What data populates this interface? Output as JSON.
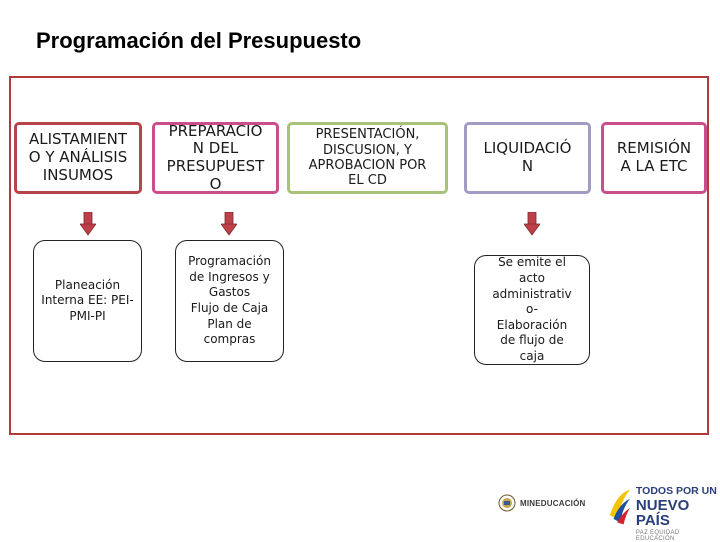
{
  "title": "Programación del Presupuesto",
  "phases": [
    {
      "label": "ALISTAMIENT\nO Y ANÁLISIS\nINSUMOS",
      "border_color": "#b5454a"
    },
    {
      "label": "PREPARACIÓ\nN DEL\nPRESUPUEST\nO",
      "border_color": "#c94f8a"
    },
    {
      "label": "PRESENTACIÓN,\nDISCUSION, Y\nAPROBACION POR\nEL CD",
      "border_color": "#a9c27a"
    },
    {
      "label": "LIQUIDACIÓ\nN",
      "border_color": "#a49bc4"
    },
    {
      "label": "REMISIÓN\nA LA ETC",
      "border_color": "#c94f8a"
    }
  ],
  "details": [
    {
      "text": "Planeación\nInterna EE: PEI-\nPMI-PI"
    },
    {
      "text": "Programación\nde Ingresos y\nGastos\nFlujo de Caja\nPlan de\ncompras"
    },
    {
      "text": "Se emite el\nacto\nadministrativ\no-\nElaboración\nde flujo de\ncaja"
    }
  ],
  "logos": {
    "ministry": "MINEDUCACIÓN",
    "campaign_line1": "TODOS POR UN",
    "campaign_line2": "NUEVO PAÍS",
    "campaign_line3": "PAZ  EQUIDAD  EDUCACIÓN"
  },
  "colors": {
    "frame": "#b23a3a",
    "arrow": "#c0404a"
  }
}
